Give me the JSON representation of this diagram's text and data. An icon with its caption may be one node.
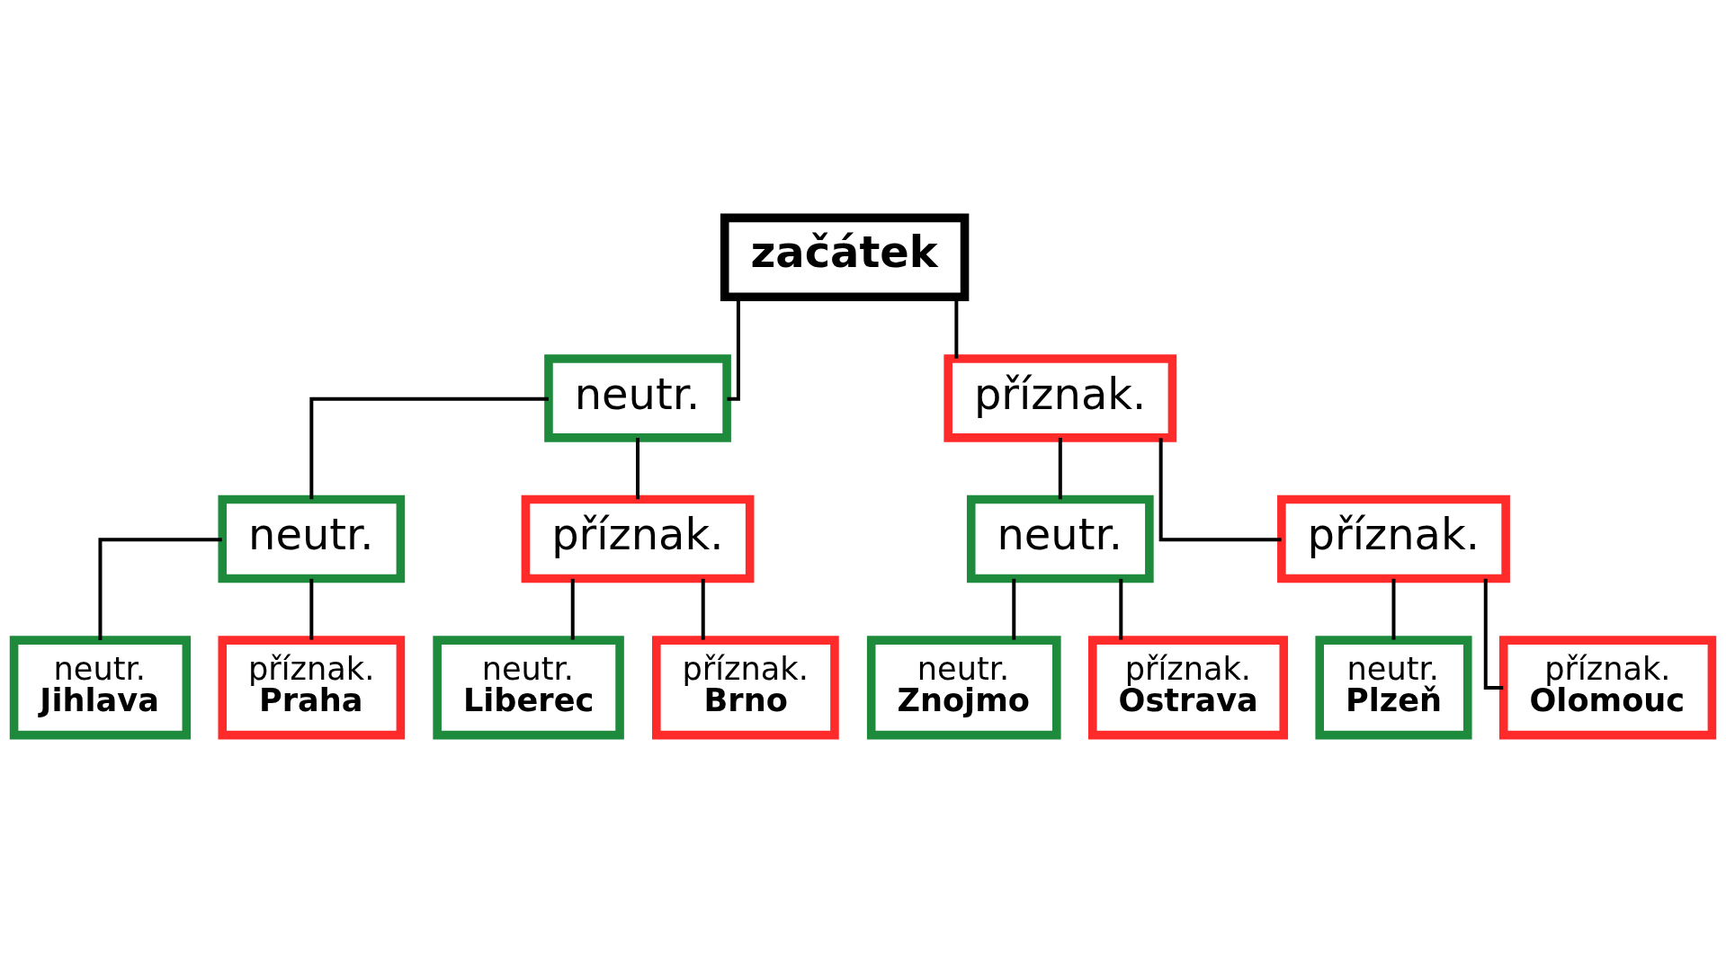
{
  "diagram": {
    "nodes": [
      {
        "text": [
          "začátek"
        ]
      },
      {
        "text": [
          "neutr."
        ]
      },
      {
        "text": [
          "příznak."
        ]
      },
      {
        "text": [
          "neutr."
        ]
      },
      {
        "text": [
          "příznak."
        ]
      },
      {
        "text": [
          "neutr."
        ]
      },
      {
        "text": [
          "příznak."
        ]
      },
      {
        "text": [
          "neutr.",
          "Jihlava"
        ]
      },
      {
        "text": [
          "příznak.",
          "Praha"
        ]
      },
      {
        "text": [
          "neutr.",
          "Liberec"
        ]
      },
      {
        "text": [
          "příznak.",
          "Brno"
        ]
      },
      {
        "text": [
          "neutr.",
          "Znojmo"
        ]
      },
      {
        "text": [
          "příznak.",
          "Ostrava"
        ]
      },
      {
        "text": [
          "neutr.",
          "Plzeň"
        ]
      },
      {
        "text": [
          "příznak.",
          "Olomouc"
        ]
      }
    ],
    "edges": [
      {
        "from": 0,
        "to": 1,
        "arrow": "none"
      },
      {
        "from": 0,
        "to": 2,
        "arrow": "none"
      },
      {
        "from": 1,
        "to": 3,
        "arrow": "none"
      },
      {
        "from": 1,
        "to": 4,
        "arrow": "none"
      },
      {
        "from": 2,
        "to": 5,
        "arrow": "none"
      },
      {
        "from": 2,
        "to": 6,
        "arrow": "none"
      },
      {
        "from": 3,
        "to": 7,
        "arrow": "none"
      },
      {
        "from": 3,
        "to": 8,
        "arrow": "none"
      },
      {
        "from": 4,
        "to": 9,
        "arrow": "none"
      },
      {
        "from": 4,
        "to": 10,
        "arrow": "none"
      },
      {
        "from": 5,
        "to": 11,
        "arrow": "none"
      },
      {
        "from": 5,
        "to": 12,
        "arrow": "none"
      },
      {
        "from": 6,
        "to": 13,
        "arrow": "none"
      },
      {
        "from": 6,
        "to": 14,
        "arrow": "none"
      }
    ]
  }
}
